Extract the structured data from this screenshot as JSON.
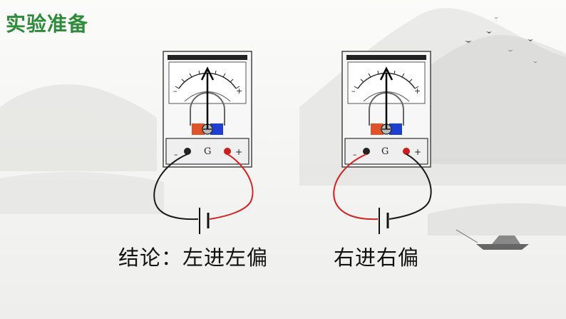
{
  "slide": {
    "title": "实验准备",
    "conclusion_left": "结论：左进左偏",
    "conclusion_right": "右进右偏"
  },
  "galvanometer": {
    "label": "G",
    "minus": "–",
    "plus": "+"
  },
  "colors": {
    "title": "#2e8b3a",
    "wire_black": "#1a1a1a",
    "wire_red": "#d42222",
    "terminal_red": "#c81e1e",
    "magnet_red": "#e0522a",
    "magnet_blue": "#1f3fd1"
  }
}
